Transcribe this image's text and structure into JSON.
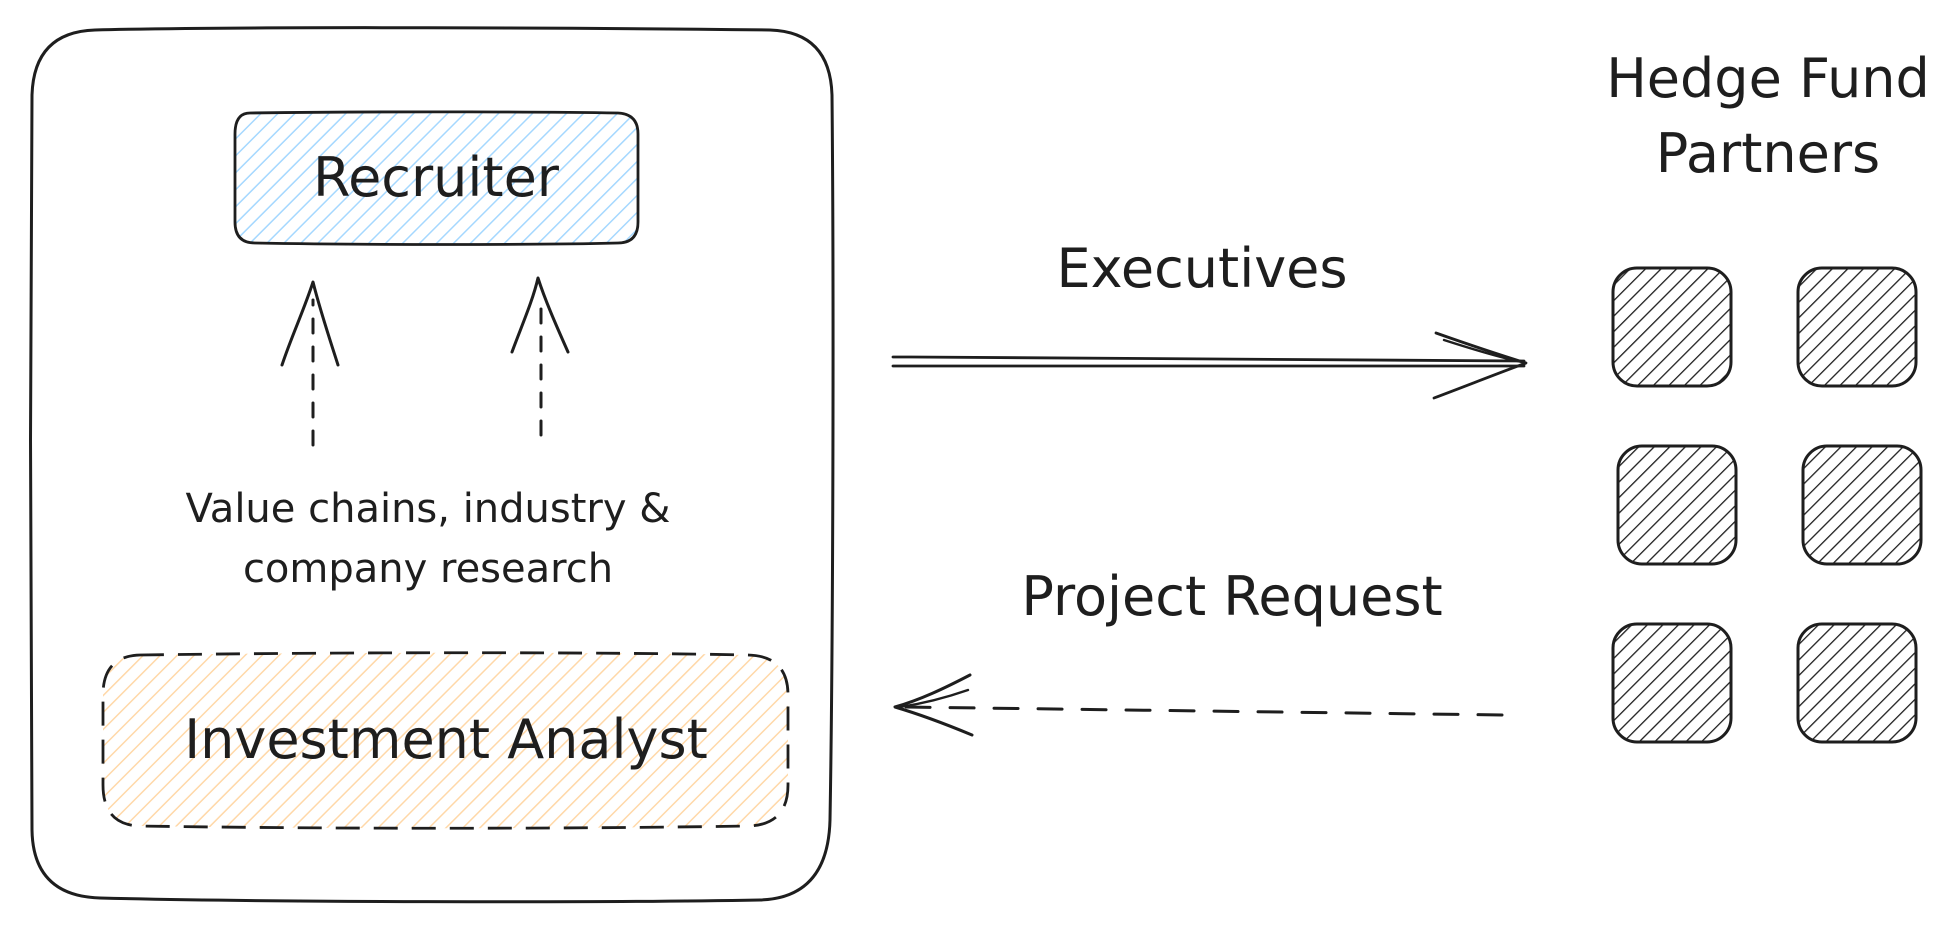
{
  "nodes": {
    "recruiter": {
      "label": "Recruiter",
      "fill": "#a5d8ff"
    },
    "analyst": {
      "label": "Investment Analyst",
      "fill": "#ffd8a8"
    },
    "research_note": {
      "line1": "Value chains, industry &",
      "line2": "company research"
    },
    "partners_title": {
      "line1": "Hedge Fund",
      "line2": "Partners"
    }
  },
  "edges": {
    "executives": {
      "label": "Executives"
    },
    "project_request": {
      "label": "Project Request"
    }
  },
  "colors": {
    "stroke": "#1e1e1e",
    "partner_square": "#1e1e1e"
  },
  "partner_grid": {
    "rows": 3,
    "cols": 2
  }
}
